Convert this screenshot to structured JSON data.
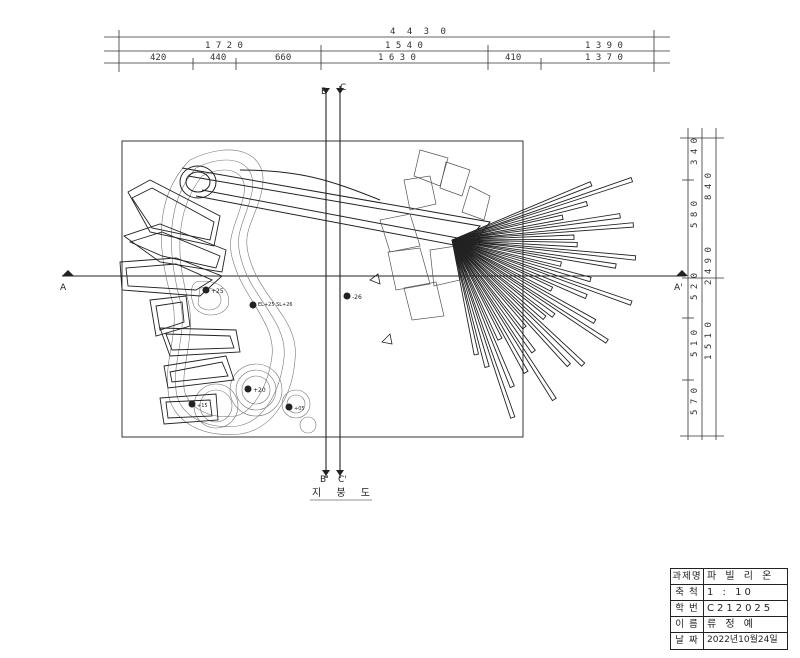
{
  "dimensions": {
    "overall_width": "4 4 3 0",
    "segments_mid": [
      "1 7 2 0",
      "1 5 4 0",
      "1 3 9 0"
    ],
    "segments_low": [
      "420",
      "440",
      "660",
      "1 6 3 0",
      "410",
      "1 3 7 0"
    ],
    "right_vertical": [
      "3 4 0",
      "5 8 0",
      "5 2 0",
      "5 1 0",
      "5 7 0"
    ],
    "right_total": "2 4 9 0",
    "right_mid": "1 5 1 0",
    "right_small": "8 4 0"
  },
  "section_markers": {
    "a": "A",
    "a_prime": "A'",
    "b": "B",
    "b_prime": "B'",
    "c": "C",
    "c_prime": "C'"
  },
  "level_marks": [
    "+25",
    "EL+25 SL+26",
    "-26",
    "+20",
    "+05",
    "+15"
  ],
  "title": "지 붕 도",
  "title_block": {
    "rows": [
      {
        "key": "과제명",
        "value": "파 빌 리 온"
      },
      {
        "key": "축 척",
        "value": "1 : 10"
      },
      {
        "key": "학 번",
        "value": "C212025"
      },
      {
        "key": "이 름",
        "value": "류 정 예"
      },
      {
        "key": "날 짜",
        "value": "2022년10월24일"
      }
    ]
  }
}
